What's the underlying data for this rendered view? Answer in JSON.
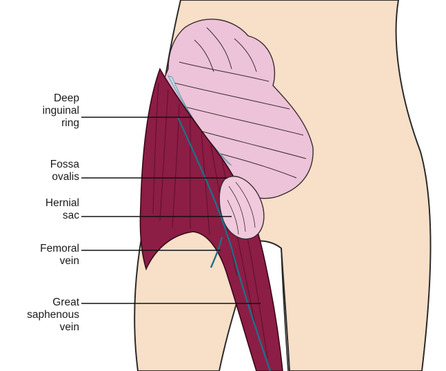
{
  "labels": {
    "deep_inguinal_ring": [
      "Deep",
      "inguinal",
      "ring"
    ],
    "fossa_ovalis": [
      "Fossa",
      "ovalis"
    ],
    "hernial_sac": [
      "Hernial",
      "sac"
    ],
    "femoral_vein": [
      "Femoral",
      "vein"
    ],
    "great_saphenous_vein": [
      "Great",
      "saphenous",
      "vein"
    ]
  },
  "colors": {
    "skin": "#f7dfc8",
    "skin_outline": "#2a2a2a",
    "intestine": "#ecc3d8",
    "muscle": "#8c1d45",
    "muscle_dark": "#5c0f2c",
    "vein": "#1f6f86",
    "ligament": "#bfe0ea",
    "sac": "#f0c9dc",
    "leader_line": "#111111"
  }
}
